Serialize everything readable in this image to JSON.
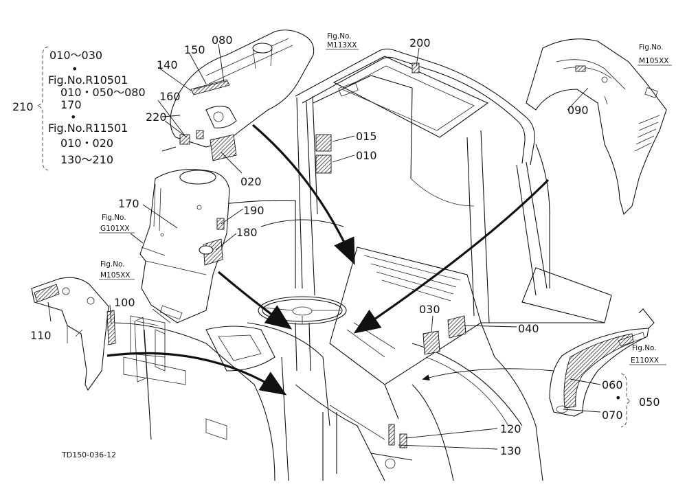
{
  "diagram_id": "TD150-036-12",
  "bracket_210": {
    "number": "210",
    "lines": [
      "010～030",
      "Fig.No.R10501",
      "010・050～080",
      "170",
      "Fig.No.R11501",
      "010・020",
      "130～210"
    ]
  },
  "figure_refs": {
    "m113": [
      "Fig.No.",
      "M113XX"
    ],
    "m105_top": [
      "Fig.No.",
      "M105XX"
    ],
    "g101": [
      "Fig.No.",
      "G101XX"
    ],
    "m105_left": [
      "Fig.No.",
      "M105XX"
    ],
    "e110": [
      "Fig.No.",
      "E110XX"
    ]
  },
  "parts": {
    "p010": "010",
    "p015": "015",
    "p020": "020",
    "p030": "030",
    "p040": "040",
    "p050": "050",
    "p060": "060",
    "p070": "070",
    "p080": "080",
    "p090": "090",
    "p100": "100",
    "p110": "110",
    "p120": "120",
    "p130": "130",
    "p140": "140",
    "p150": "150",
    "p160": "160",
    "p170": "170",
    "p180": "180",
    "p190": "190",
    "p200": "200",
    "p220": "220"
  },
  "dot": "•"
}
